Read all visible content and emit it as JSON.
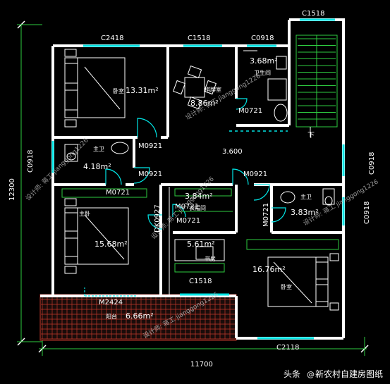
{
  "windows": {
    "top_stair": "C1518",
    "top_bedroom": "C2418",
    "top_chess": "C1518",
    "top_bath": "C0918",
    "left": "C0918",
    "right": "C0918",
    "study": "C1518",
    "bottom": "C2118",
    "right_bath": "C0918"
  },
  "doors": {
    "bath_top": "M0721",
    "bedroom": "M0921",
    "left_upper": "M0921",
    "left_lower": "M0721",
    "hall_right": "M0921",
    "closet_a": "M0721",
    "closet_b": "M0721",
    "study_side": "DK0927",
    "balcony": "M2424",
    "bath_right": "M0721"
  },
  "rooms": {
    "bedroom_top": {
      "label": "卧室",
      "area": "13.31m²"
    },
    "chess_room": {
      "label": "棋牌室",
      "area": "8.86m²"
    },
    "bath_top": {
      "label": "卫生间",
      "area": "3.68m²"
    },
    "master_bath": {
      "label": "主卫",
      "area": "4.18m²"
    },
    "hall_level": "3.600",
    "closet": {
      "label": "衣帽间",
      "area": "3.84m²"
    },
    "bath_right": {
      "label": "主卫",
      "area": "3.83m²"
    },
    "master_bed": {
      "label": "主卧",
      "area": "15.68m²"
    },
    "study": {
      "label": "书房",
      "area": "5.61m²"
    },
    "bedroom_right": {
      "label": "卧室",
      "area": "16.76m²"
    },
    "balcony": {
      "label": "阳台",
      "area": "6.66m²"
    },
    "stair_down": "下"
  },
  "dimensions": {
    "height": "12300",
    "width": "11700"
  },
  "watermark": "设计师: 蒋工 jianggong1226",
  "badge": {
    "prefix": "头条",
    "at": "@",
    "name": "新农村自建房图纸"
  },
  "colors": {
    "window": "#00e5e5",
    "dimension": "#2ecc40",
    "wall": "#ffffff",
    "balcony_tile": "#c0392b"
  }
}
